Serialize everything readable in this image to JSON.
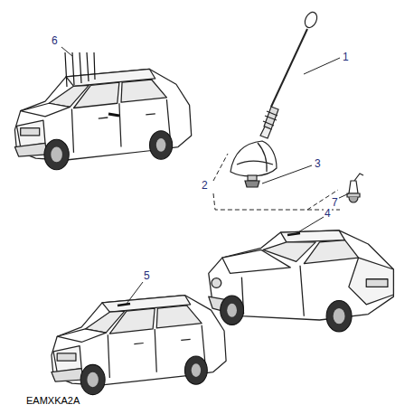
{
  "diagram": {
    "labels": [
      "6",
      "1",
      "3",
      "2",
      "7",
      "4",
      "5",
      "EAMXKA2A"
    ]
  }
}
